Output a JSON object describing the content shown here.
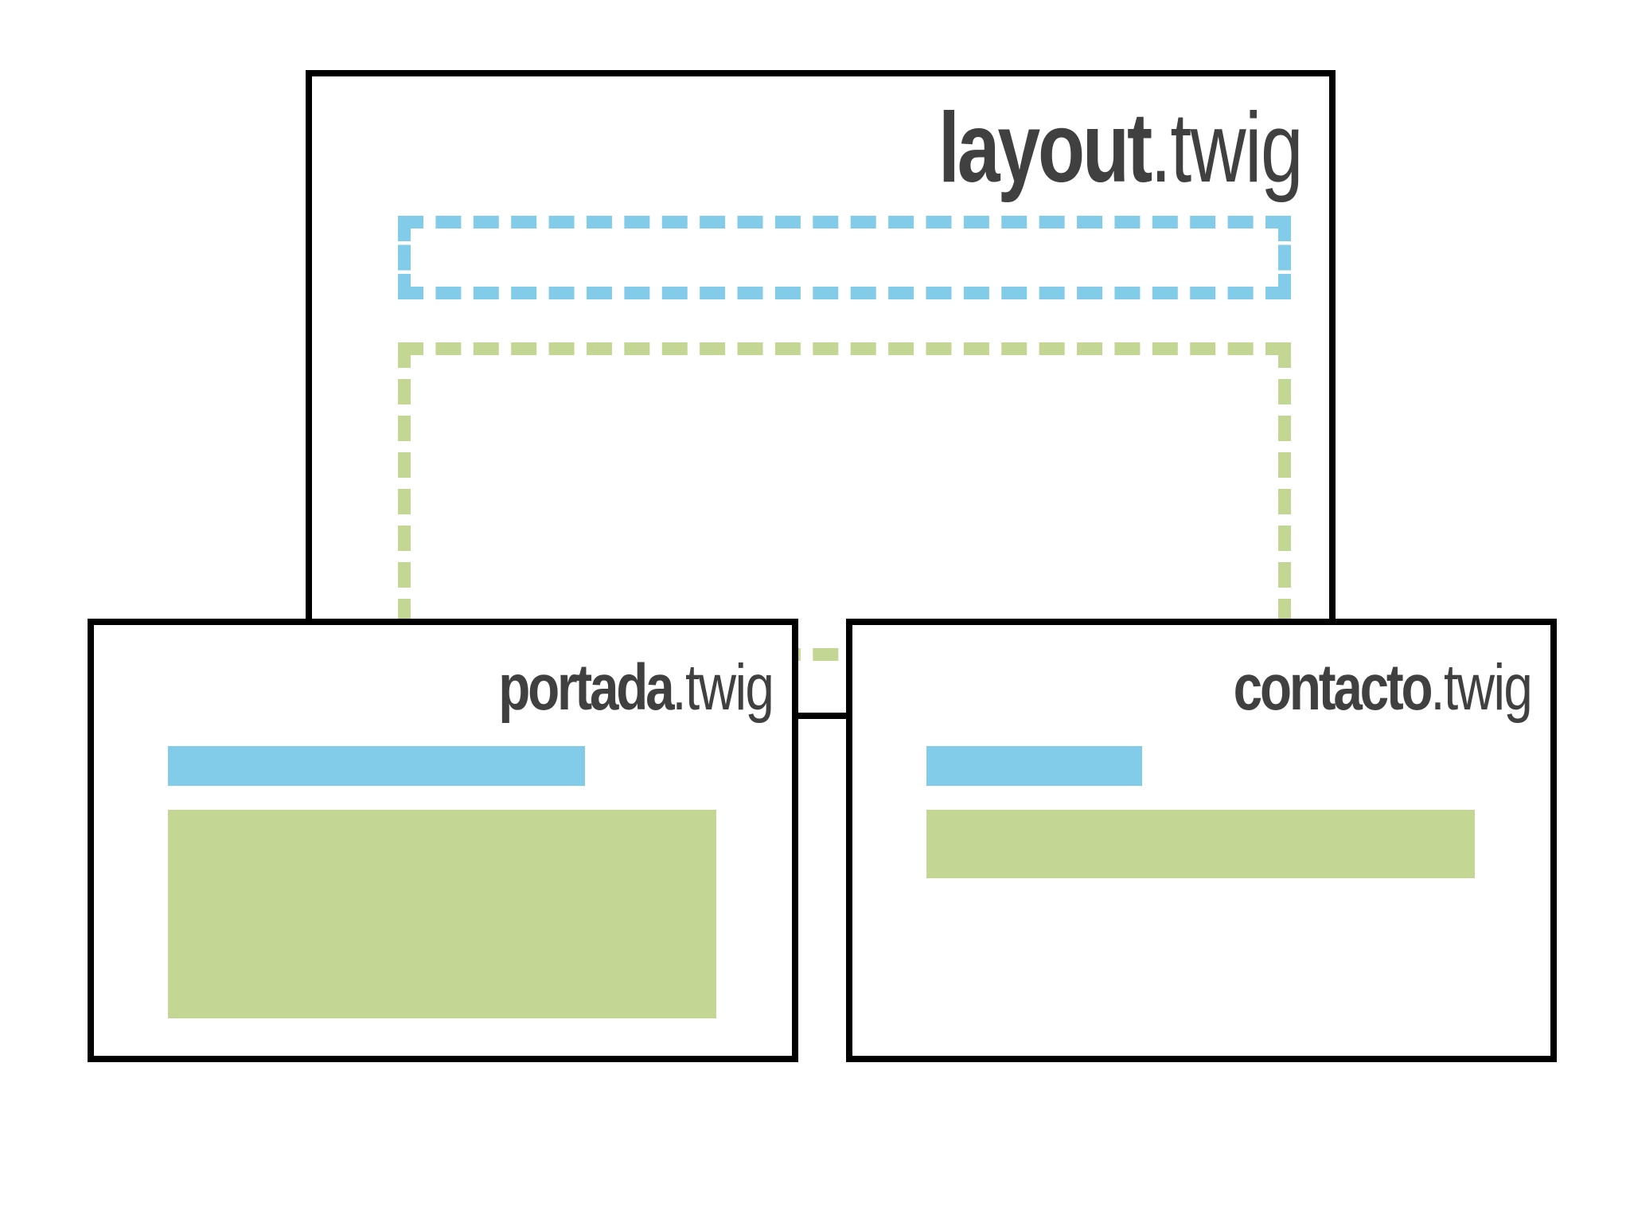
{
  "colors": {
    "header": "#82cce9",
    "content": "#c3d694",
    "text": "#404041",
    "stroke": "#000000"
  },
  "layout": {
    "title_bold": "layout",
    "title_light": ".twig"
  },
  "portada": {
    "title_bold": "portada",
    "title_light": ".twig"
  },
  "contacto": {
    "title_bold": "contacto",
    "title_light": ".twig"
  }
}
